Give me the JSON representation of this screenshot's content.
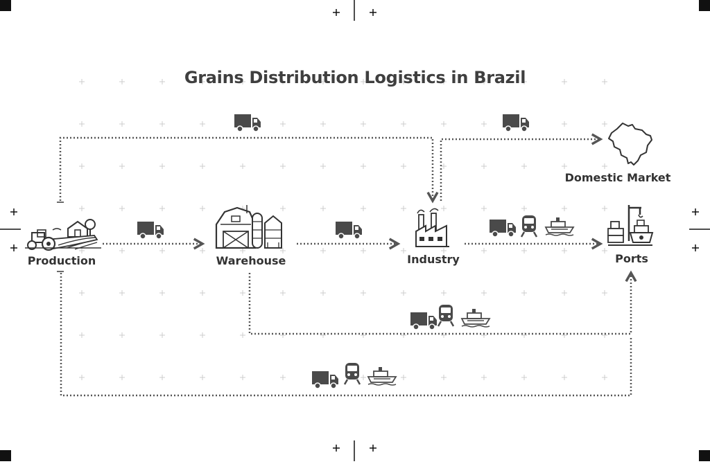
{
  "diagram": {
    "title": "Grains Distribution Logistics in Brazil",
    "nodes": {
      "production": "Production",
      "warehouse": "Warehouse",
      "industry": "Industry",
      "ports": "Ports",
      "domestic_market": "Domestic Market"
    },
    "icons": {
      "production": "farm-tractor-icon",
      "warehouse": "barn-silo-icon",
      "industry": "factory-icon",
      "ports": "port-crane-ship-icon",
      "domestic_market": "brazil-map-icon",
      "truck": "truck-icon",
      "train": "train-icon",
      "ship": "ship-icon"
    },
    "flows": [
      {
        "from": "production",
        "to": "industry",
        "modes": [
          "truck"
        ]
      },
      {
        "from": "production",
        "to": "warehouse",
        "modes": [
          "truck"
        ]
      },
      {
        "from": "warehouse",
        "to": "industry",
        "modes": [
          "truck"
        ]
      },
      {
        "from": "industry",
        "to": "domestic_market",
        "modes": [
          "truck"
        ]
      },
      {
        "from": "industry",
        "to": "ports",
        "modes": [
          "truck",
          "train",
          "ship"
        ]
      },
      {
        "from": "warehouse",
        "to": "ports",
        "modes": [
          "truck",
          "train",
          "ship"
        ]
      },
      {
        "from": "production",
        "to": "ports",
        "modes": [
          "truck",
          "train",
          "ship"
        ]
      }
    ],
    "colors": {
      "line": "#555555",
      "icon": "#4a4a4a",
      "text": "#333333",
      "grid": "#cccccc"
    }
  }
}
